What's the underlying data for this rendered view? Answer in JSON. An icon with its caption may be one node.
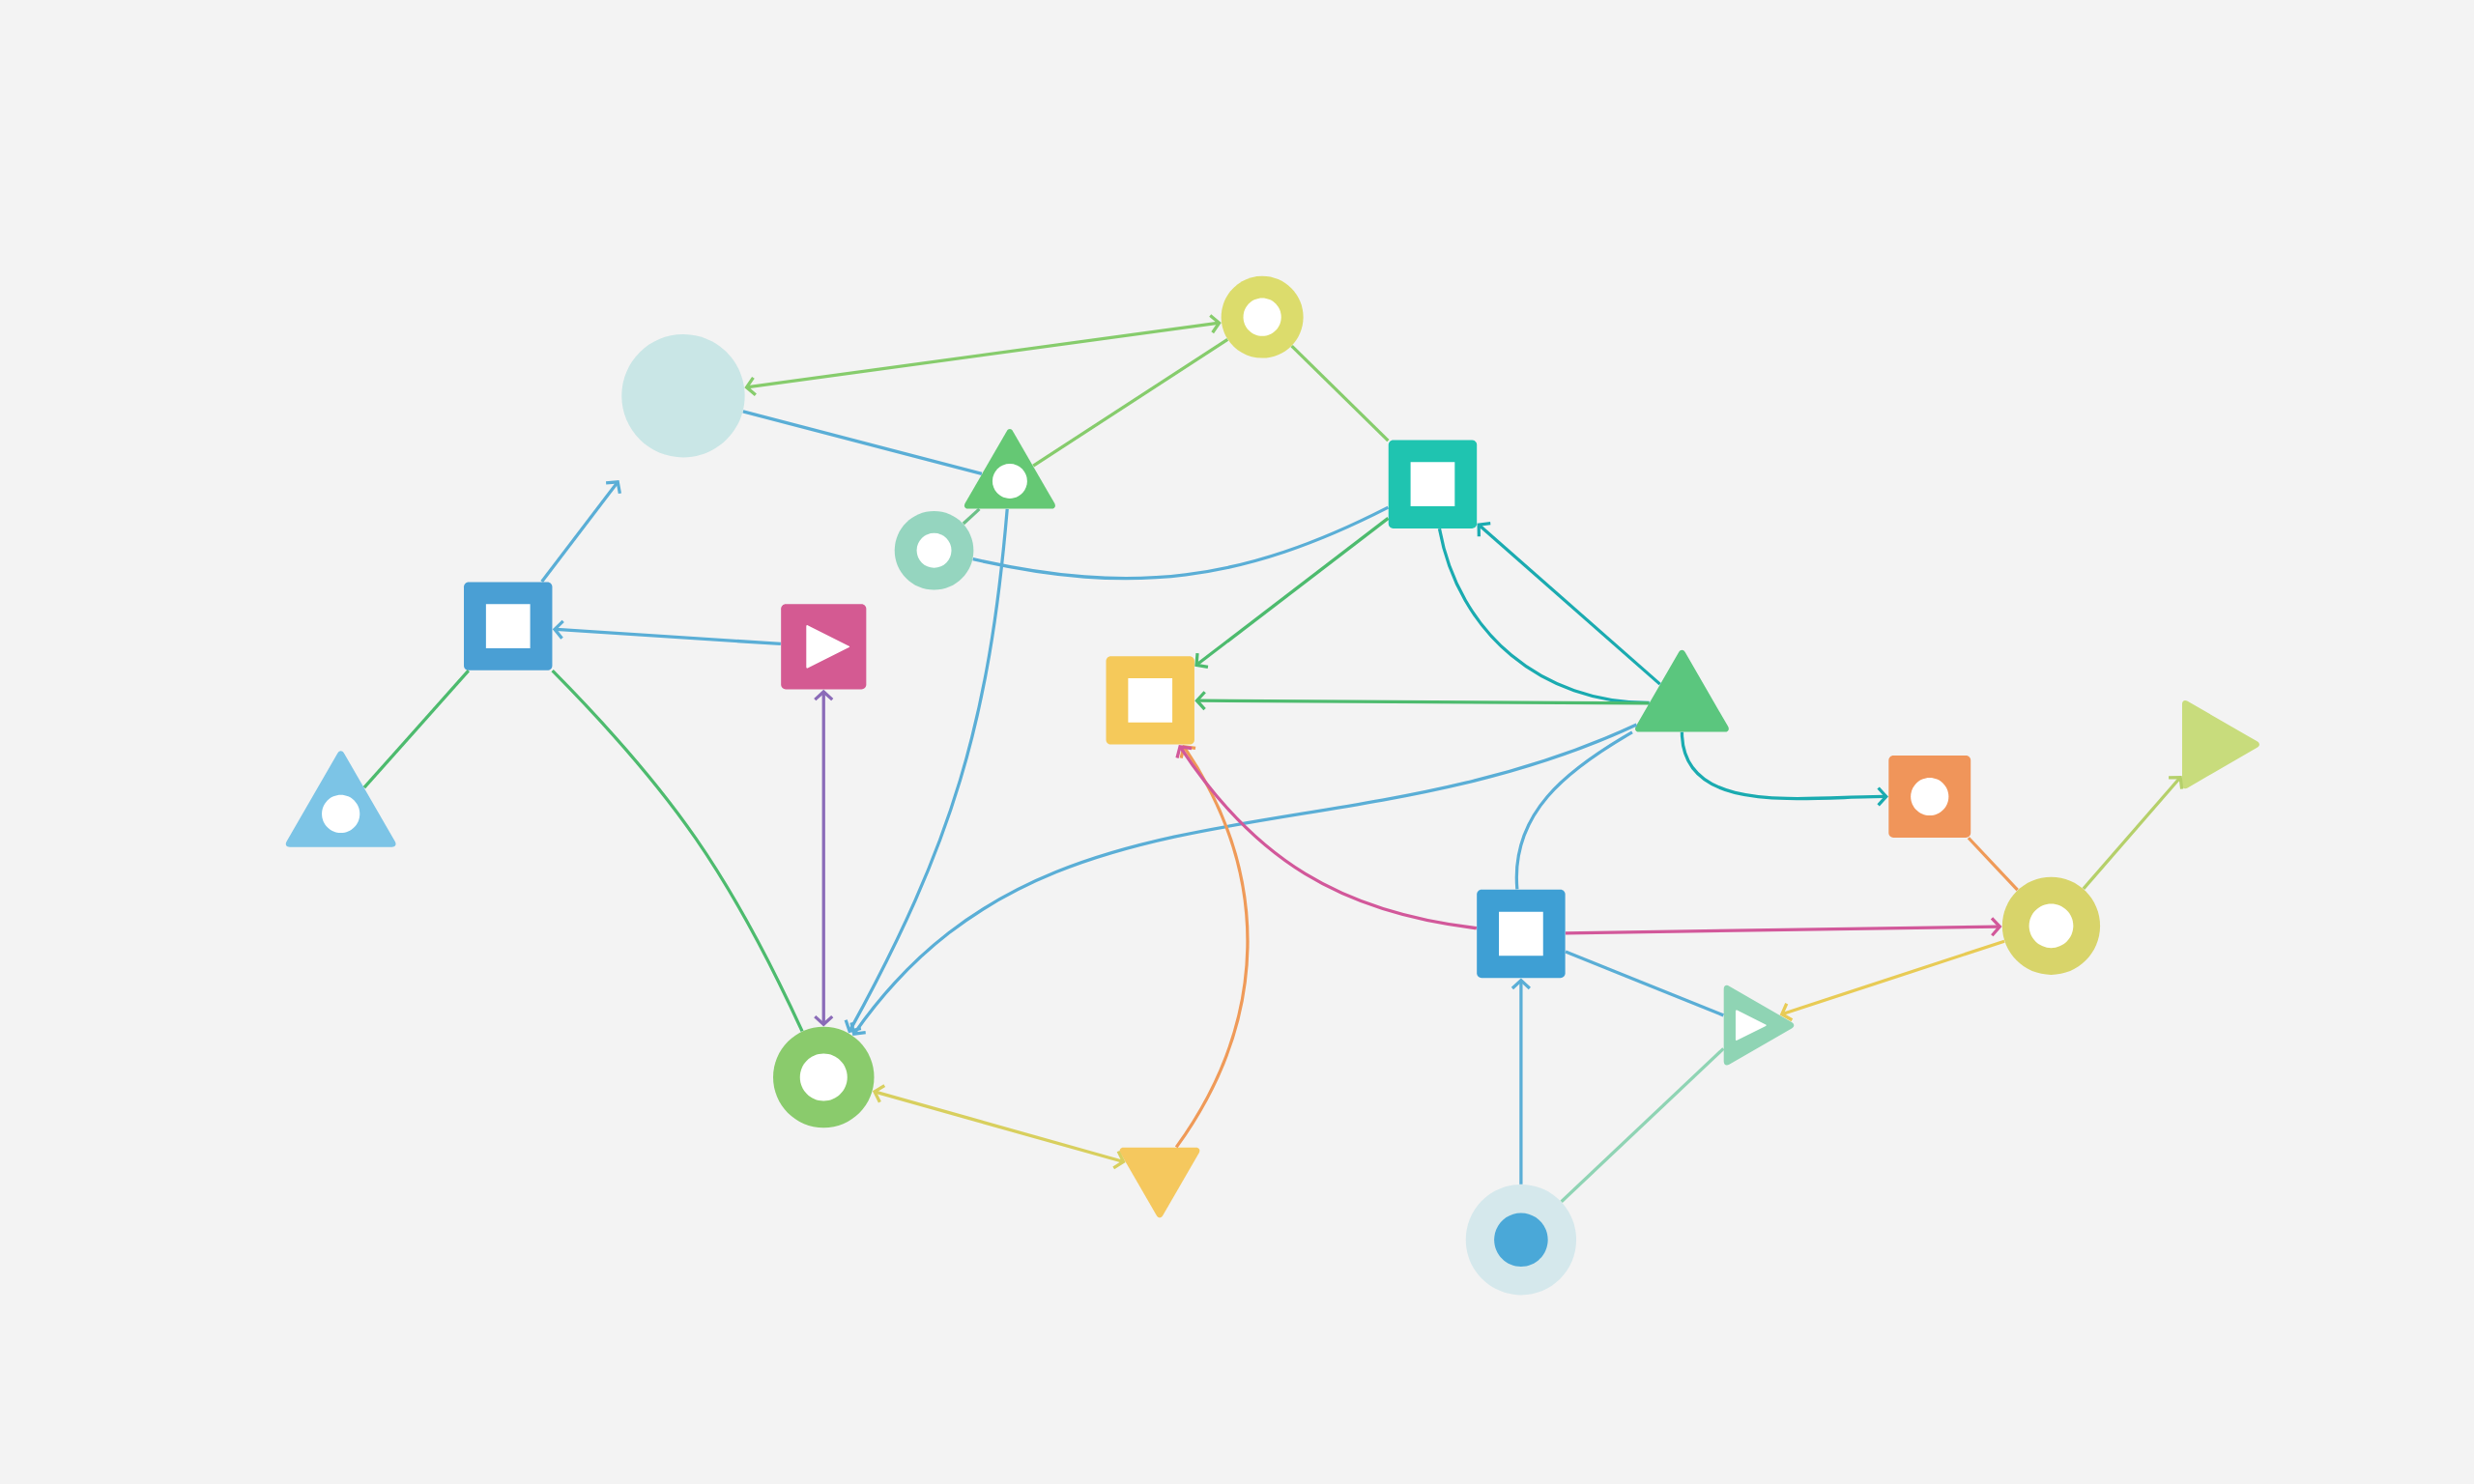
{
  "diagram": {
    "nodes": [
      {
        "text": [],
        "shape": "circle"
      },
      {
        "text": [],
        "shape": "circle"
      },
      {
        "text": [],
        "shape": "triangle"
      },
      {
        "text": [],
        "shape": "box"
      },
      {
        "text": [],
        "shape": "circle"
      },
      {
        "text": [],
        "shape": "box"
      },
      {
        "text": [],
        "shape": "box"
      },
      {
        "text": [],
        "shape": "box"
      },
      {
        "text": [],
        "shape": "triangle"
      },
      {
        "text": [],
        "shape": "triangle"
      },
      {
        "text": [],
        "shape": "box"
      },
      {
        "text": [],
        "shape": "triangle"
      },
      {
        "text": [],
        "shape": "box"
      },
      {
        "text": [],
        "shape": "circle"
      },
      {
        "text": [],
        "shape": "triangle"
      },
      {
        "text": [],
        "shape": "circle"
      },
      {
        "text": [],
        "shape": "triangle"
      },
      {
        "text": [],
        "shape": "circle"
      }
    ],
    "edges": [
      {
        "from": 1,
        "to": 0,
        "arrow": "both",
        "color": "#86cc6c"
      },
      {
        "from": 2,
        "to": 0,
        "arrow": "none",
        "color": "#86cc6c"
      },
      {
        "from": 1,
        "to": 2,
        "arrow": "none"
      },
      {
        "from": 0,
        "to": 3,
        "arrow": "none",
        "color": "#86cc6c"
      },
      {
        "from": 2,
        "to": 4,
        "arrow": "none",
        "color": "#6cc088"
      },
      {
        "from": 4,
        "to": 3,
        "arrow": "none"
      },
      {
        "from": 2,
        "to": 15,
        "arrow": "to"
      },
      {
        "from": 3,
        "to": 7,
        "arrow": "to",
        "color": "#4dbb6e"
      },
      {
        "from": 8,
        "to": 3,
        "arrow": "to",
        "color": "#1aabb0"
      },
      {
        "from": 3,
        "to": 8,
        "arrow": "none",
        "color": "#1aabb0"
      },
      {
        "from": 8,
        "to": 7,
        "arrow": "to",
        "color": "#4dbb6e"
      },
      {
        "from": 8,
        "to": 10,
        "arrow": "to",
        "color": "#1aabb0"
      },
      {
        "from": 8,
        "to": 15,
        "arrow": "to"
      },
      {
        "from": 8,
        "to": 12,
        "arrow": "none"
      },
      {
        "from": 5,
        "to": 1,
        "arrow": "to"
      },
      {
        "from": 6,
        "to": 5,
        "arrow": "to"
      },
      {
        "from": 9,
        "to": 5,
        "arrow": "none",
        "color": "#4dbb6e"
      },
      {
        "from": 5,
        "to": 15,
        "arrow": "none",
        "color": "#4dbb6e"
      },
      {
        "from": 6,
        "to": 15,
        "arrow": "both",
        "color": "#8a6bb8"
      },
      {
        "from": 15,
        "to": 16,
        "arrow": "both",
        "color": "#d8cf5e"
      },
      {
        "from": 16,
        "to": 7,
        "arrow": "to",
        "color": "#ef9a58"
      },
      {
        "from": 12,
        "to": 7,
        "arrow": "to",
        "color": "#d2589a"
      },
      {
        "from": 12,
        "to": 13,
        "arrow": "to",
        "color": "#d2589a"
      },
      {
        "from": 12,
        "to": 14,
        "arrow": "none"
      },
      {
        "from": 13,
        "to": 14,
        "arrow": "to",
        "color": "#e8cb55"
      },
      {
        "from": 13,
        "to": 10,
        "arrow": "none",
        "color": "#ef9a58"
      },
      {
        "from": 13,
        "to": 11,
        "arrow": "to",
        "color": "#b5d06a"
      },
      {
        "from": 17,
        "to": 12,
        "arrow": "to"
      },
      {
        "from": 17,
        "to": 14,
        "arrow": "none",
        "color": "#8fd4b4"
      }
    ]
  }
}
